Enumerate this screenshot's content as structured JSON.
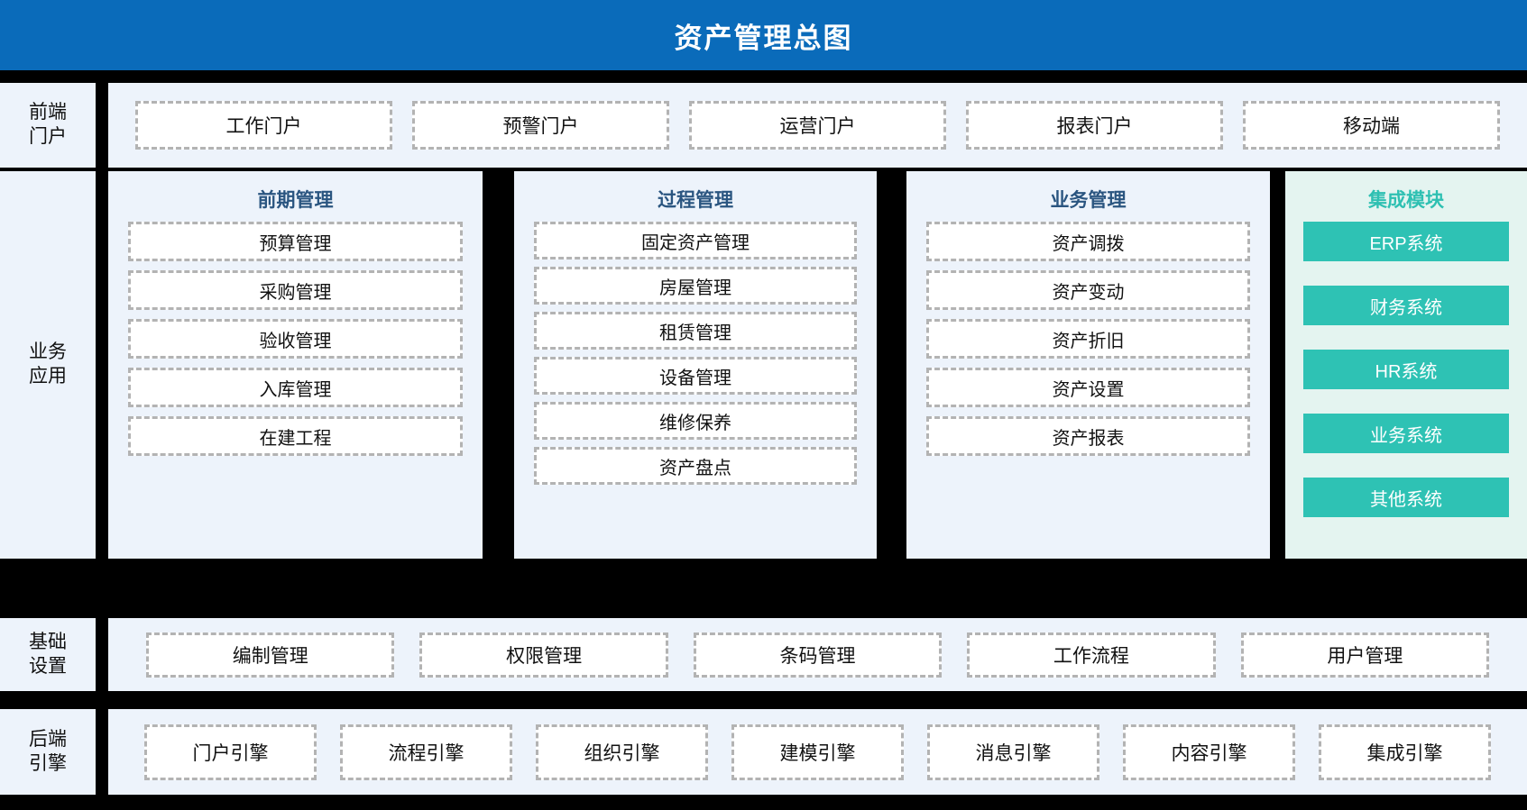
{
  "header": {
    "title": "资产管理总图",
    "bg_color": "#0A6BBA",
    "text_color": "#FFFFFF"
  },
  "colors": {
    "panel_bg": "#EDF3FB",
    "integration_panel_bg": "#E4F4F0",
    "box_bg": "#FFFFFF",
    "box_border": "#B3B3B3",
    "col_title": "#2A5580",
    "integration_title": "#2EC0B2",
    "integration_box": "#2EC2B4",
    "divider": "#000000"
  },
  "rows": {
    "frontend": {
      "label": "前端\n门户",
      "label_line1": "前端",
      "label_line2": "门户",
      "items": [
        {
          "label": "工作门户"
        },
        {
          "label": "预警门户"
        },
        {
          "label": "运营门户"
        },
        {
          "label": "报表门户"
        },
        {
          "label": "移动端"
        }
      ]
    },
    "business": {
      "label_line1": "业务",
      "label_line2": "应用",
      "columns": [
        {
          "title": "前期管理",
          "style": "dashed",
          "items": [
            {
              "label": "预算管理"
            },
            {
              "label": "采购管理"
            },
            {
              "label": "验收管理"
            },
            {
              "label": "入库管理"
            },
            {
              "label": "在建工程"
            }
          ]
        },
        {
          "title": "过程管理",
          "style": "dashed",
          "items": [
            {
              "label": "固定资产管理"
            },
            {
              "label": "房屋管理"
            },
            {
              "label": "租赁管理"
            },
            {
              "label": "设备管理"
            },
            {
              "label": "维修保养"
            },
            {
              "label": "资产盘点"
            }
          ]
        },
        {
          "title": "业务管理",
          "style": "dashed",
          "items": [
            {
              "label": "资产调拨"
            },
            {
              "label": "资产变动"
            },
            {
              "label": "资产折旧"
            },
            {
              "label": "资产设置"
            },
            {
              "label": "资产报表"
            }
          ]
        },
        {
          "title": "集成模块",
          "style": "solid",
          "items": [
            {
              "label": "ERP系统"
            },
            {
              "label": "财务系统"
            },
            {
              "label": "HR系统"
            },
            {
              "label": "业务系统"
            },
            {
              "label": "其他系统"
            }
          ]
        }
      ]
    },
    "basic": {
      "label_line1": "基础",
      "label_line2": "设置",
      "items": [
        {
          "label": "编制管理"
        },
        {
          "label": "权限管理"
        },
        {
          "label": "条码管理"
        },
        {
          "label": "工作流程"
        },
        {
          "label": "用户管理"
        }
      ]
    },
    "engine": {
      "label_line1": "后端",
      "label_line2": "引擎",
      "items": [
        {
          "label": "门户引擎"
        },
        {
          "label": "流程引擎"
        },
        {
          "label": "组织引擎"
        },
        {
          "label": "建模引擎"
        },
        {
          "label": "消息引擎"
        },
        {
          "label": "内容引擎"
        },
        {
          "label": "集成引擎"
        }
      ]
    }
  }
}
